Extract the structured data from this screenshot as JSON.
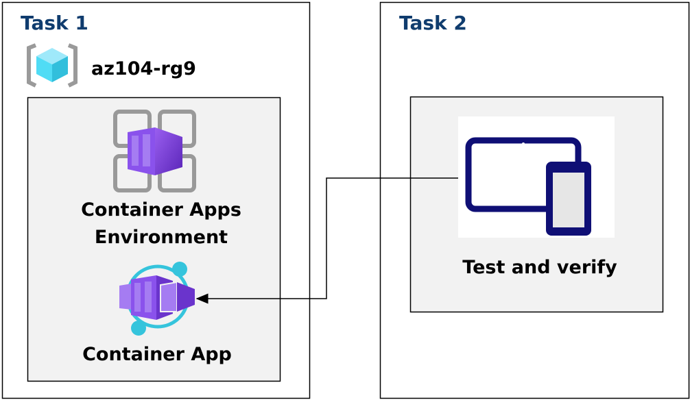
{
  "colors": {
    "task_title": "#0f3c6e",
    "panel": "#f2f2f2",
    "purple": "#7b3fe0",
    "cyan": "#35c4dc",
    "device": "#0f0f75"
  },
  "task1": {
    "title": "Task 1",
    "resource_group": {
      "label": "az104-rg9",
      "icon": "resource-group-icon"
    },
    "environment": {
      "label_line1": "Container Apps",
      "label_line2": "Environment",
      "icon": "container-apps-environment-icon"
    },
    "app": {
      "label": "Container App",
      "icon": "container-app-icon"
    }
  },
  "task2": {
    "title": "Task 2",
    "step": {
      "label": "Test and verify",
      "icon": "devices-icon"
    }
  }
}
